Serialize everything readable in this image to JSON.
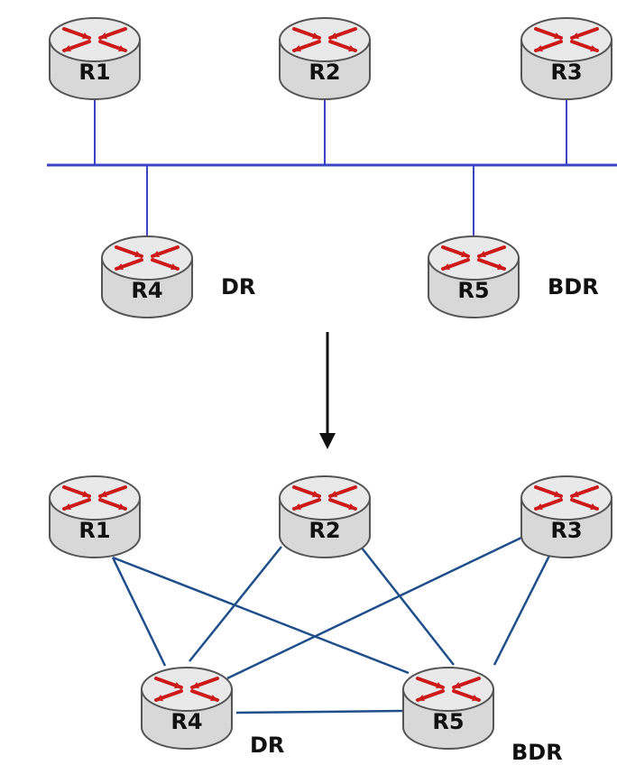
{
  "colors": {
    "bus_line": "#3a44c4",
    "mesh_line": "#1f4f8a",
    "arrow": "#111111",
    "router_body": "#d8d8d8",
    "router_top": "#e9e9e9",
    "router_arrow": "#cc1a1a"
  },
  "top": {
    "routers": [
      {
        "id": "R1",
        "label": "R1"
      },
      {
        "id": "R2",
        "label": "R2"
      },
      {
        "id": "R3",
        "label": "R3"
      },
      {
        "id": "R4",
        "label": "R4",
        "role": "DR"
      },
      {
        "id": "R5",
        "label": "R5",
        "role": "BDR"
      }
    ]
  },
  "bottom": {
    "routers": [
      {
        "id": "R1",
        "label": "R1"
      },
      {
        "id": "R2",
        "label": "R2"
      },
      {
        "id": "R3",
        "label": "R3"
      },
      {
        "id": "R4",
        "label": "R4",
        "role": "DR"
      },
      {
        "id": "R5",
        "label": "R5",
        "role": "BDR"
      }
    ],
    "adjacencies": [
      [
        "R1",
        "R4"
      ],
      [
        "R1",
        "R5"
      ],
      [
        "R2",
        "R4"
      ],
      [
        "R2",
        "R5"
      ],
      [
        "R3",
        "R4"
      ],
      [
        "R3",
        "R5"
      ],
      [
        "R4",
        "R5"
      ]
    ]
  }
}
